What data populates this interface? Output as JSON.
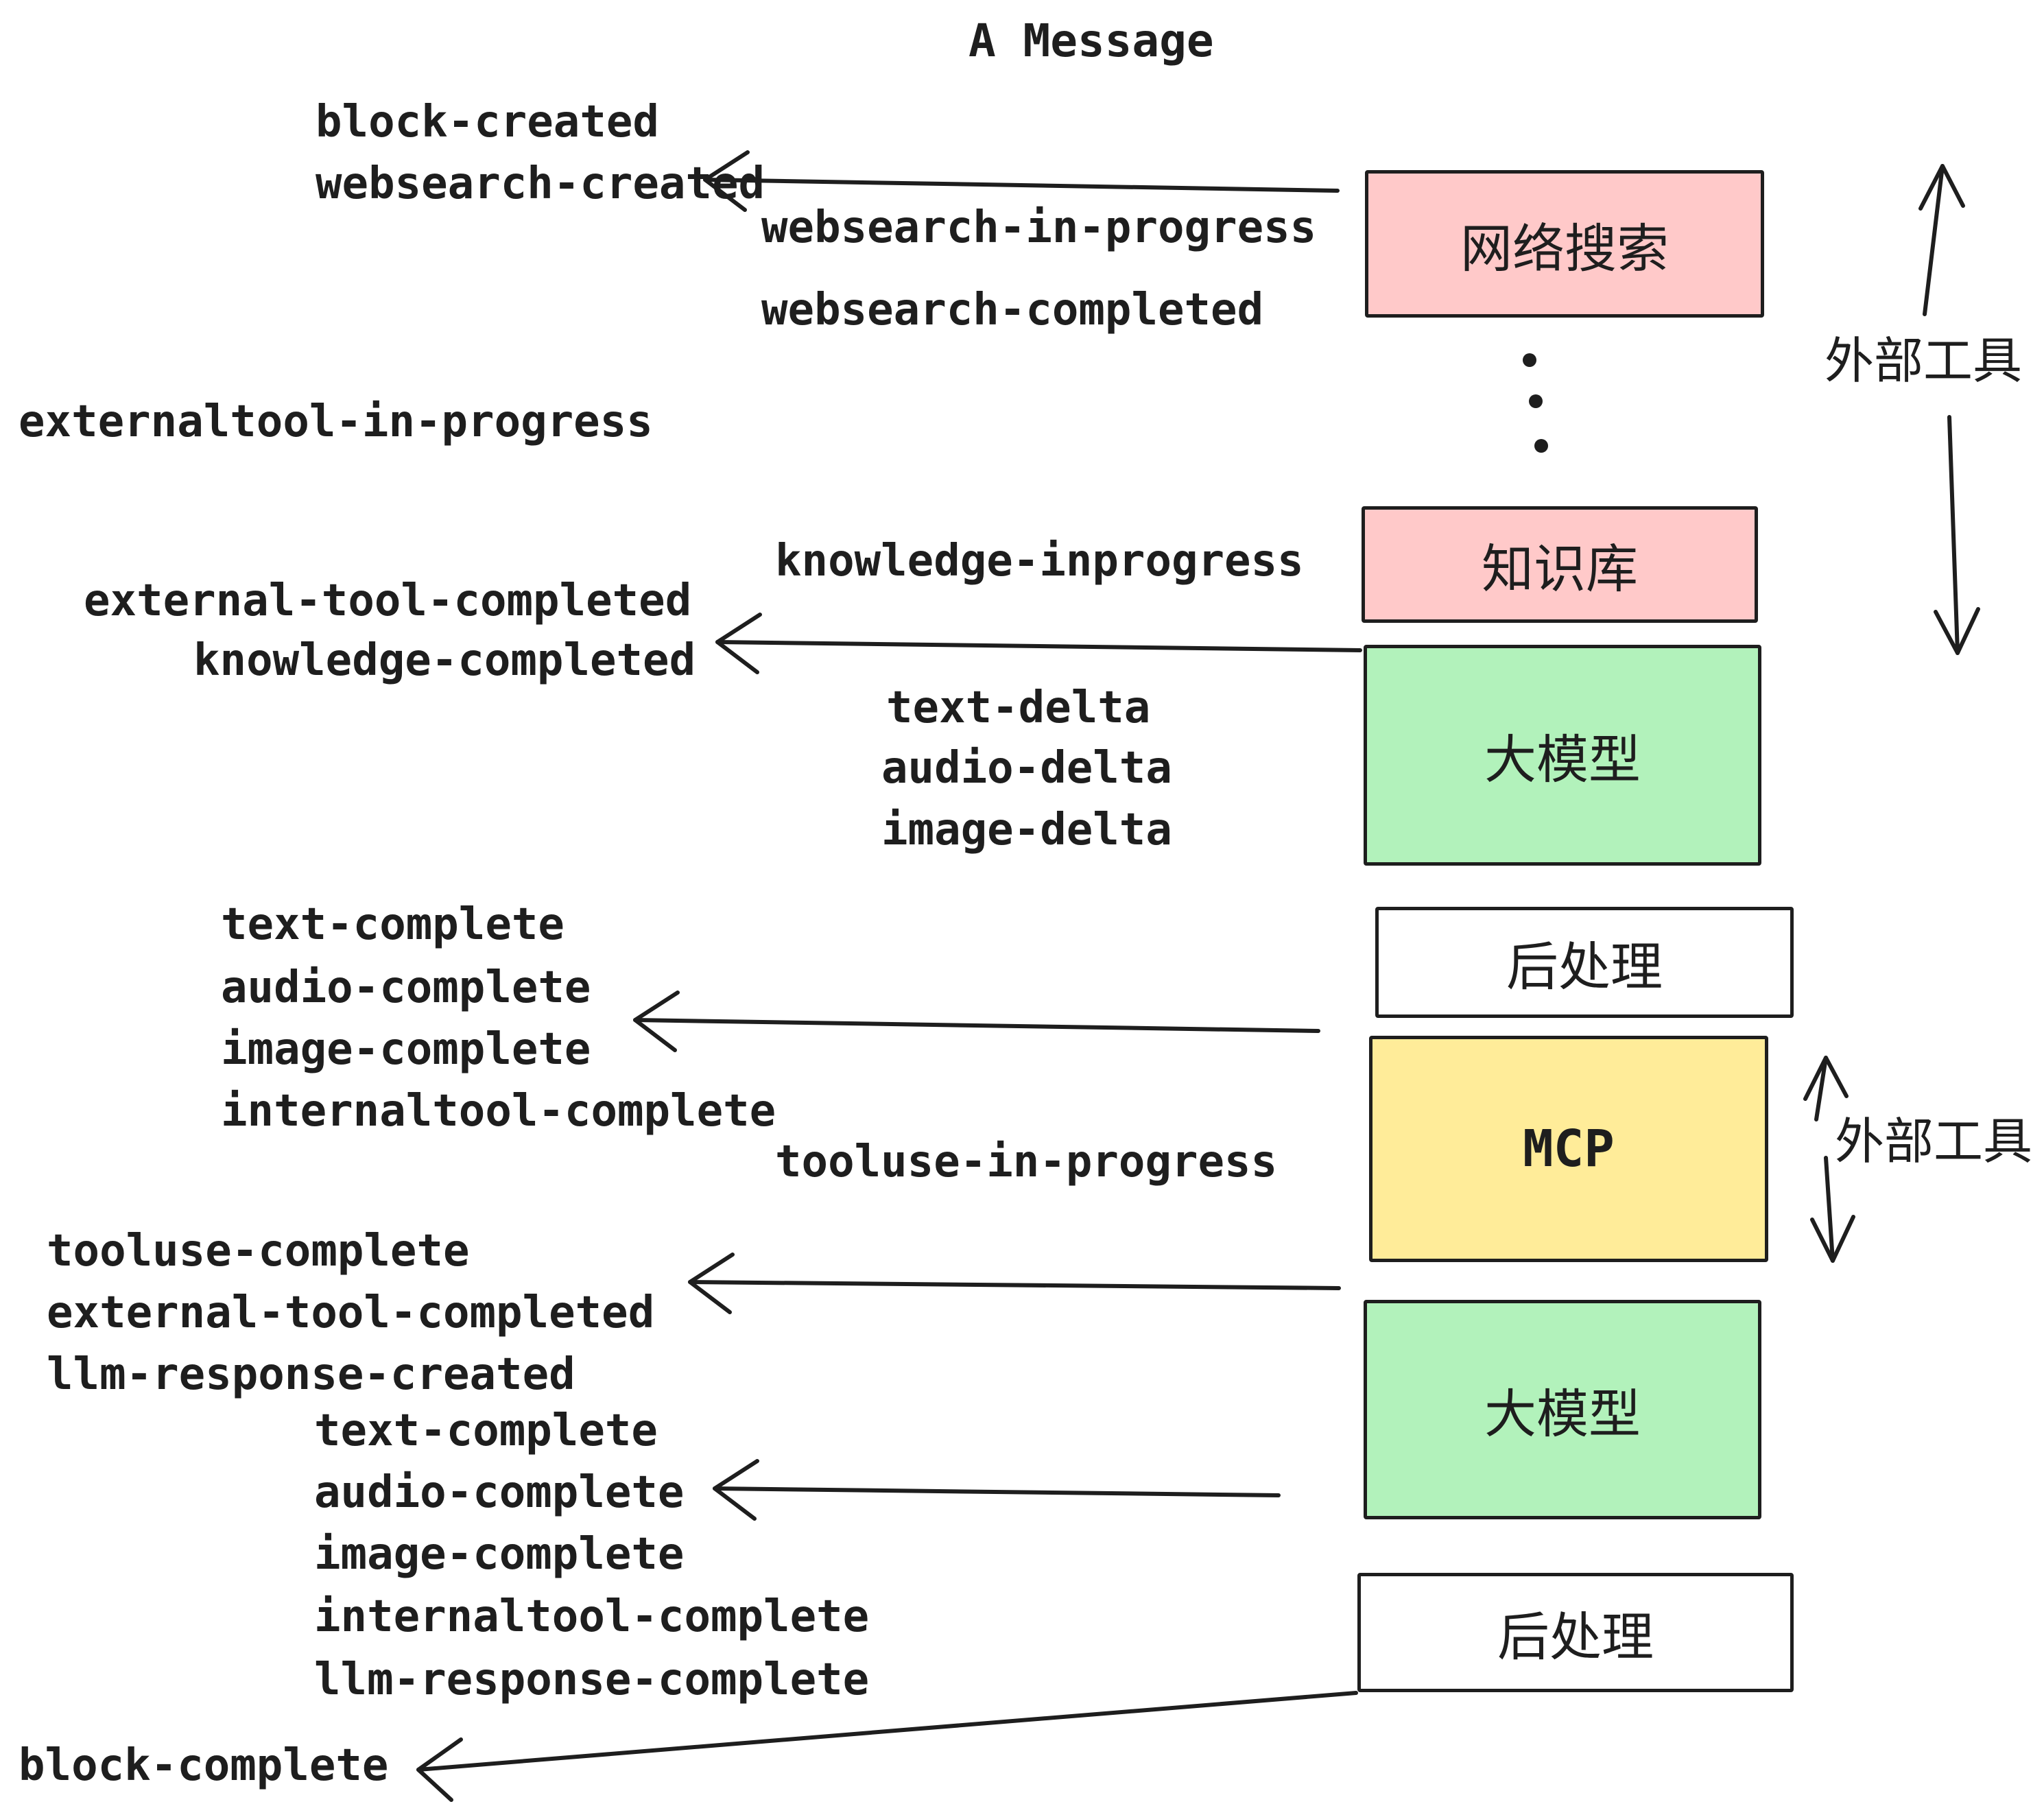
{
  "title": "A Message",
  "colors": {
    "stroke": "#1e1e1e",
    "pink": "#ffc9c9",
    "green": "#b2f2bb",
    "yellow": "#ffec99"
  },
  "boxes": {
    "websearch": {
      "label": "网络搜索"
    },
    "knowledge": {
      "label": "知识库"
    },
    "llm1": {
      "label": "大模型"
    },
    "post1": {
      "label": "后处理"
    },
    "mcp": {
      "label": "MCP"
    },
    "llm2": {
      "label": "大模型"
    },
    "post2": {
      "label": "后处理"
    }
  },
  "side_labels": {
    "external_tools_top": "外部工具",
    "external_tools_mcp": "外部工具"
  },
  "events": {
    "block_created": "block-created",
    "websearch_created": "websearch-created",
    "websearch_in_progress": "websearch-in-progress",
    "websearch_completed": "websearch-completed",
    "externaltool_in_progress": "externaltool-in-progress",
    "knowledge_inprogress": "knowledge-inprogress",
    "external_tool_completed_1": "external-tool-completed",
    "knowledge_completed": "knowledge-completed",
    "text_delta_1": "text-delta",
    "audio_delta_1": "audio-delta",
    "image_delta_1": "image-delta",
    "text_complete_1": "text-complete",
    "audio_complete_1": "audio-complete",
    "image_complete_1": "image-complete",
    "internaltool_complete_1": "internaltool-complete",
    "tooluse_in_progress": "tooluse-in-progress",
    "tooluse_complete": "tooluse-complete",
    "external_tool_completed_2": "external-tool-completed",
    "llm_response_created": "llm-response-created",
    "text_complete_2": "text-complete",
    "audio_complete_2": "audio-complete",
    "image_complete_2": "image-complete",
    "internaltool_complete_2": "internaltool-complete",
    "llm_response_complete": "llm-response-complete",
    "block_complete": "block-complete"
  }
}
